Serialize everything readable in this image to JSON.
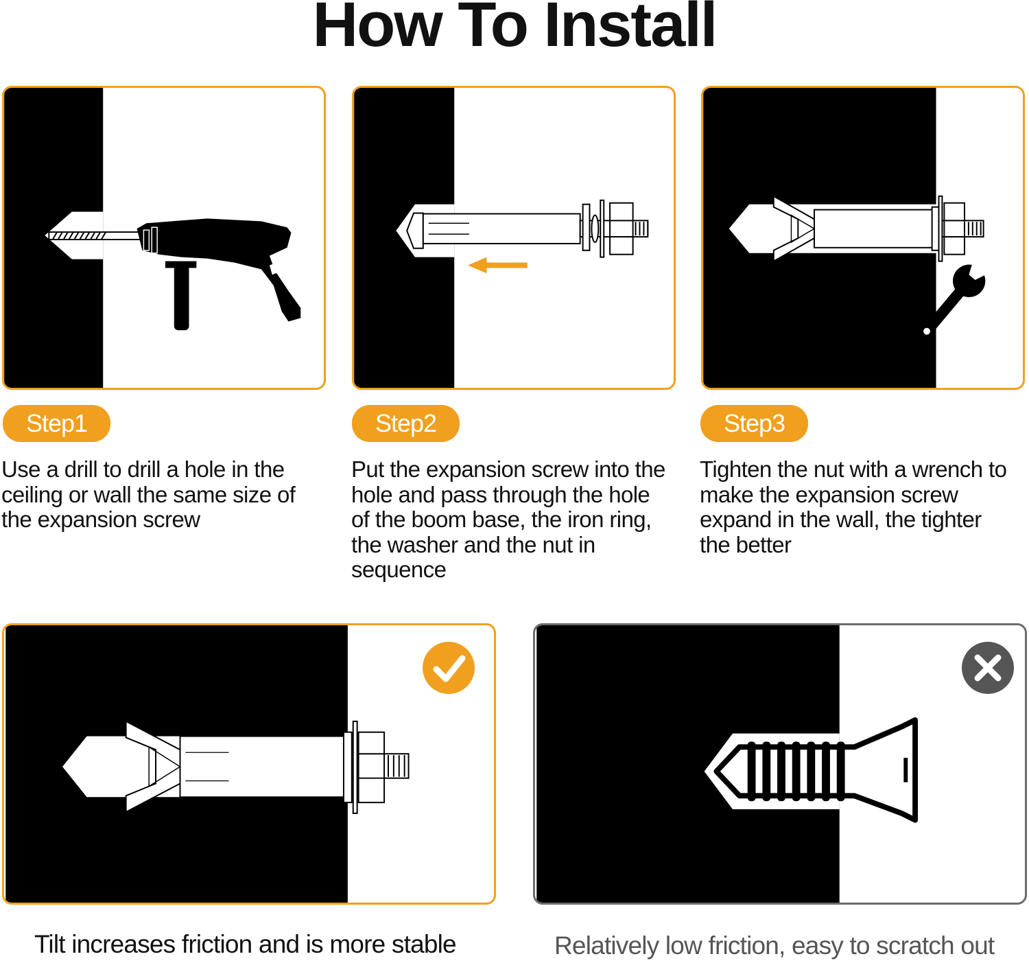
{
  "title": "How To Install",
  "steps": [
    {
      "badge": "Step1",
      "text": "Use a drill to drill a hole in the ceiling or wall the same size of the expansion screw",
      "icon": "drill-icon"
    },
    {
      "badge": "Step2",
      "text": "Put the expansion screw into the hole and pass through the hole of the boom base, the iron ring, the washer and the nut in sequence",
      "icon": "expansion-screw-icon"
    },
    {
      "badge": "Step3",
      "text": "Tighten the nut with a wrench to make the expansion screw expand in the wall, the tighter the better",
      "icon": "wrench-icon"
    }
  ],
  "comparison": {
    "good": {
      "caption": "Tilt increases friction and is more stable",
      "icon": "checkmark-icon"
    },
    "bad": {
      "caption": "Relatively low friction, easy to scratch out",
      "icon": "cross-icon"
    }
  },
  "colors": {
    "accent": "#f0a01e",
    "wall": "#000000",
    "bad_border": "#6b6b6b",
    "bad_caption": "#555555"
  }
}
